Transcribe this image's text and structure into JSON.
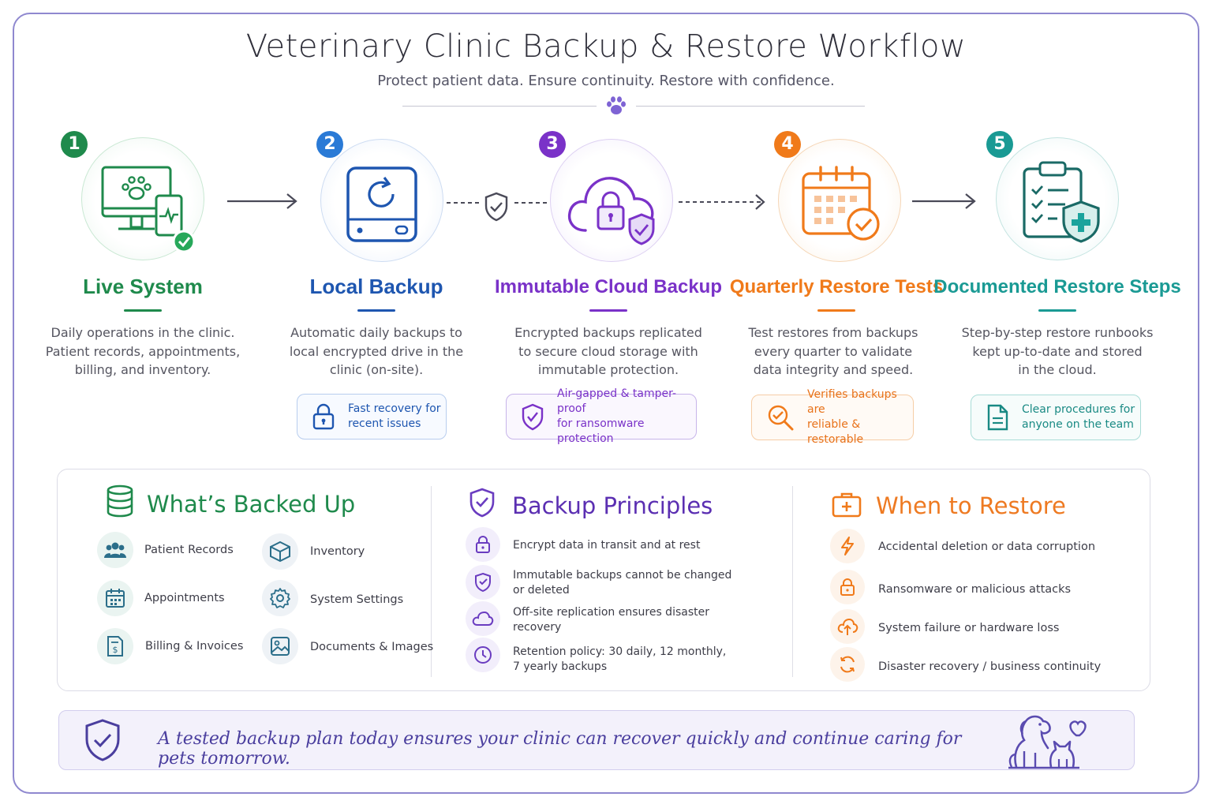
{
  "header": {
    "title": "Veterinary Clinic Backup & Restore Workflow",
    "subtitle": "Protect patient data. Ensure continuity. Restore with confidence."
  },
  "colors": {
    "green": "#1f8a4c",
    "blue": "#1e56b0",
    "purple": "#7a32c8",
    "orange": "#f07a1a",
    "teal": "#1a9a94",
    "footer_purple": "#4a3e9e"
  },
  "steps": [
    {
      "number": "1",
      "title": "Live System",
      "desc": [
        "Daily operations in the clinic.",
        "Patient records, appointments,",
        "billing, and inventory."
      ],
      "icon": "monitor-paw-icon"
    },
    {
      "number": "2",
      "title": "Local Backup",
      "desc": [
        "Automatic daily backups to",
        "local encrypted drive in the",
        "clinic (on-site)."
      ],
      "icon": "drive-sync-icon",
      "callout": [
        "Fast recovery for",
        "recent issues"
      ],
      "callout_icon": "lock-icon"
    },
    {
      "number": "3",
      "title": "Immutable Cloud Backup",
      "desc": [
        "Encrypted backups replicated",
        "to secure cloud storage with",
        "immutable protection."
      ],
      "icon": "cloud-lock-icon",
      "callout": [
        "Air-gapped & tamper-proof",
        "for ransomware protection"
      ],
      "callout_icon": "shield-check-icon"
    },
    {
      "number": "4",
      "title": "Quarterly Restore Tests",
      "desc": [
        "Test restores from backups",
        "every quarter to validate",
        "data integrity and speed."
      ],
      "icon": "calendar-check-icon",
      "callout": [
        "Verifies backups are",
        "reliable & restorable"
      ],
      "callout_icon": "magnifier-check-icon"
    },
    {
      "number": "5",
      "title": "Documented Restore Steps",
      "desc": [
        "Step-by-step restore runbooks",
        "kept up-to-date and stored",
        "in the cloud."
      ],
      "icon": "clipboard-shield-icon",
      "callout": [
        "Clear procedures for",
        "anyone on the team"
      ],
      "callout_icon": "document-icon"
    }
  ],
  "backed_up": {
    "title": "What’s Backed Up",
    "items": [
      {
        "label": "Patient Records",
        "icon": "people-icon"
      },
      {
        "label": "Inventory",
        "icon": "box-icon"
      },
      {
        "label": "Appointments",
        "icon": "calendar-icon"
      },
      {
        "label": "System Settings",
        "icon": "gear-icon"
      },
      {
        "label": "Billing & Invoices",
        "icon": "invoice-icon"
      },
      {
        "label": "Documents & Images",
        "icon": "image-icon"
      }
    ]
  },
  "principles": {
    "title": "Backup Principles",
    "items": [
      {
        "lines": [
          "Encrypt data in transit and at rest"
        ],
        "icon": "lock-icon"
      },
      {
        "lines": [
          "Immutable backups cannot be changed",
          "or deleted"
        ],
        "icon": "shield-check-icon"
      },
      {
        "lines": [
          "Off-site replication ensures disaster",
          "recovery"
        ],
        "icon": "cloud-icon"
      },
      {
        "lines": [
          "Retention policy: 30 daily, 12 monthly,",
          "7 yearly backups"
        ],
        "icon": "clock-icon"
      }
    ]
  },
  "restore": {
    "title": "When to Restore",
    "items": [
      {
        "label": "Accidental deletion or data corruption",
        "icon": "lightning-icon"
      },
      {
        "label": "Ransomware or malicious attacks",
        "icon": "lock-icon"
      },
      {
        "label": "System failure or hardware loss",
        "icon": "cloud-upload-icon"
      },
      {
        "label": "Disaster recovery / business continuity",
        "icon": "refresh-icon"
      }
    ]
  },
  "footer": {
    "text": "A tested backup plan today ensures your clinic can recover quickly and continue caring for pets tomorrow."
  }
}
